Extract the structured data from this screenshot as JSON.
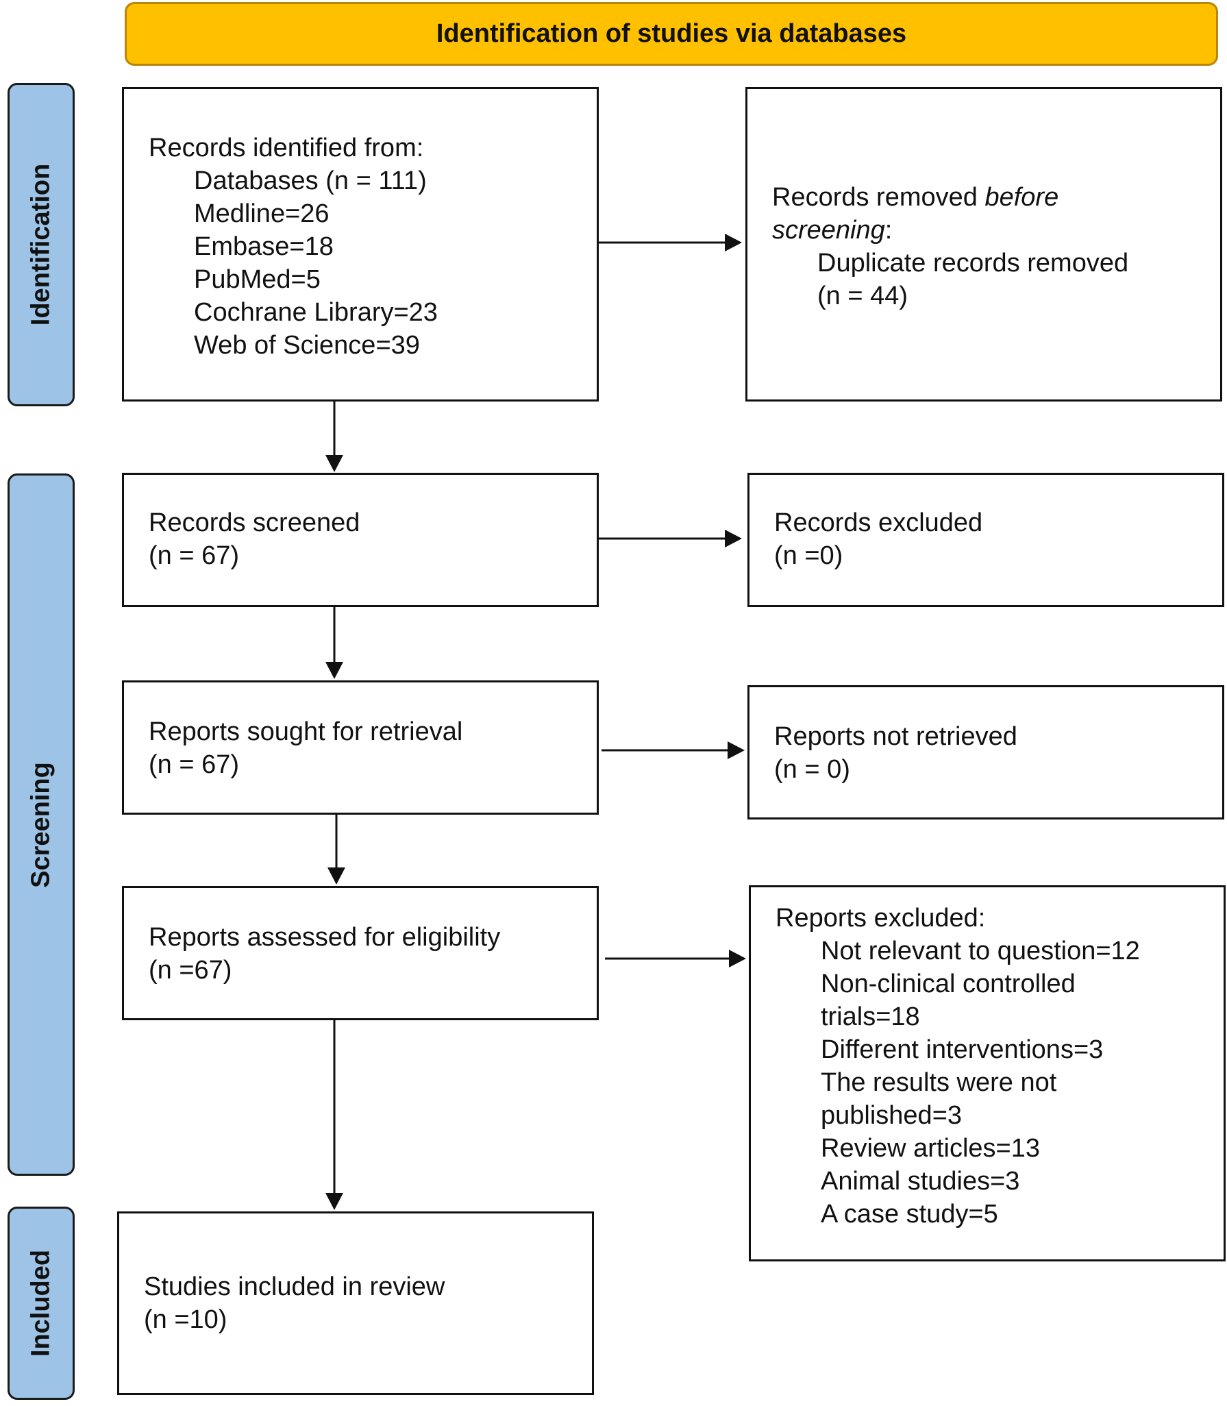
{
  "banner": {
    "title": "Identification of studies via databases"
  },
  "stages": {
    "identification": "Identification",
    "screening": "Screening",
    "included": "Included"
  },
  "boxes": {
    "identified": {
      "heading": "Records identified from:",
      "items": [
        "Databases (n = 111)",
        "Medline=26",
        "Embase=18",
        "PubMed=5",
        "Cochrane Library=23",
        "Web of Science=39"
      ]
    },
    "removed": {
      "line1_prefix": "Records removed ",
      "line1_italic": "before",
      "line2_italic": "screening",
      "line2_suffix": ":",
      "item1": "Duplicate records removed",
      "item2": "(n = 44)"
    },
    "screened": {
      "label": "Records screened",
      "count": "(n = 67)"
    },
    "excluded": {
      "label": "Records excluded",
      "count": "(n =0)"
    },
    "sought": {
      "label": "Reports sought for retrieval",
      "count": "(n = 67)"
    },
    "not_retrieved": {
      "label": "Reports not retrieved",
      "count": "(n = 0)"
    },
    "assessed": {
      "label": "Reports assessed for eligibility",
      "count": "(n =67)"
    },
    "reports_excluded": {
      "heading": "Reports excluded:",
      "items": [
        "Not relevant to question=12",
        "Non-clinical controlled",
        "trials=18",
        "Different interventions=3",
        "The results were not",
        "published=3",
        "Review articles=13",
        "Animal studies=3",
        "A case study=5"
      ]
    },
    "included": {
      "label": "Studies included in review",
      "count": "(n =10)"
    }
  }
}
